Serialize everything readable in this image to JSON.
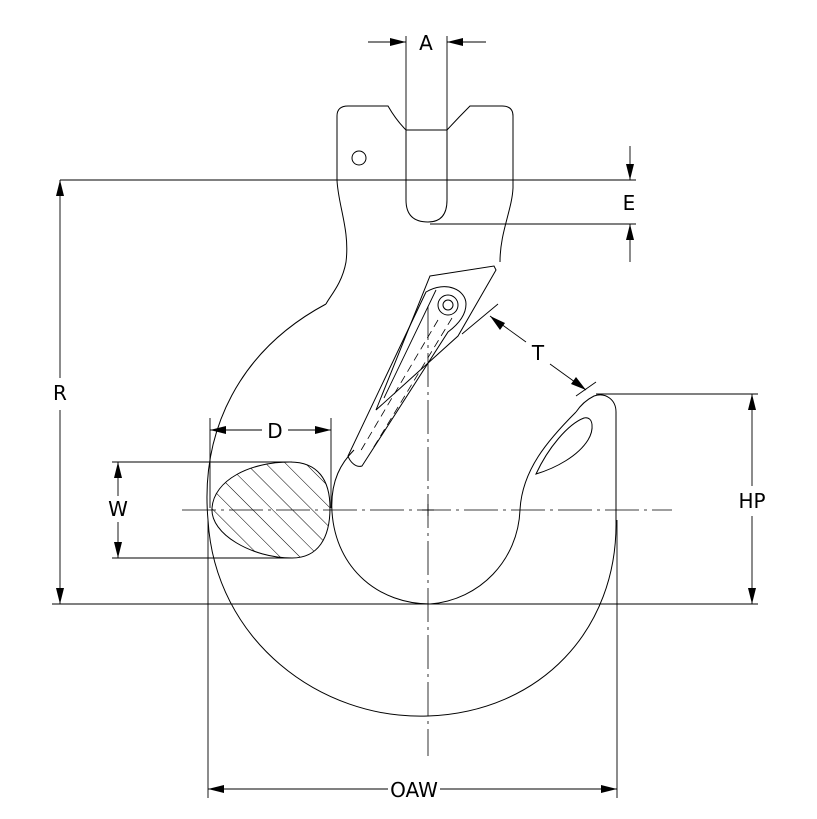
{
  "diagram": {
    "labels": {
      "a": "A",
      "e": "E",
      "t": "T",
      "r": "R",
      "d": "D",
      "w": "W",
      "hp": "HP",
      "oaw": "OAW"
    }
  },
  "colors": {
    "line": "#000000",
    "background": "#ffffff"
  }
}
